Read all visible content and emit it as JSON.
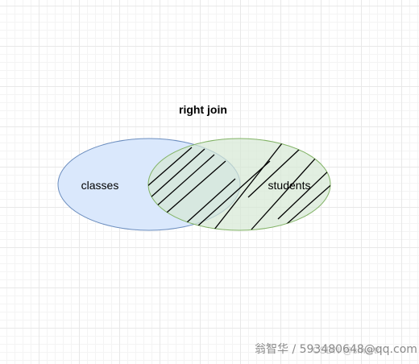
{
  "diagram": {
    "title": "right join",
    "left_set": {
      "label": "classes",
      "fill": "#dae8fc",
      "stroke": "#6c8ebf"
    },
    "right_set": {
      "label": "students",
      "fill": "#d5e8d4",
      "stroke": "#82b366"
    },
    "highlighted": "right set (hatched)"
  },
  "watermark": {
    "primary": "翁智华 / 593480648@qq.com",
    "secondary": "CSDN @smartri"
  }
}
